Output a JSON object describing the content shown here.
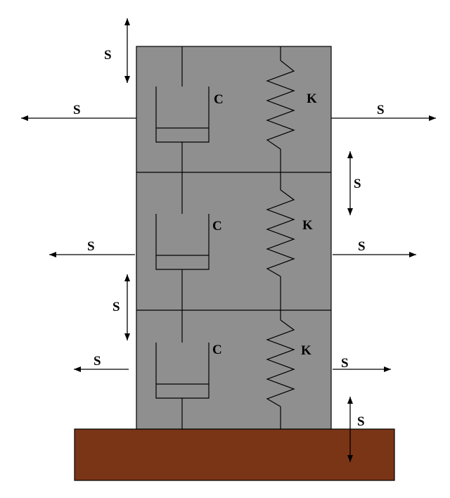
{
  "colors": {
    "building_fill": "#8f8f8f",
    "ground_fill": "#7a3517",
    "stroke": "#000000"
  },
  "labels": {
    "damper": "C",
    "spring": "K",
    "force": "S"
  },
  "stories": [
    {
      "damper_label": "C",
      "spring_label": "K"
    },
    {
      "damper_label": "C",
      "spring_label": "K"
    },
    {
      "damper_label": "C",
      "spring_label": "K"
    }
  ],
  "force_labels": {
    "top_vertical": "S",
    "top_left": "S",
    "top_right": "S",
    "upper_mid_vertical": "S",
    "mid_left": "S",
    "mid_right": "S",
    "lower_mid_vertical": "S",
    "bottom_left": "S",
    "bottom_right": "S",
    "ground_vertical": "S"
  }
}
